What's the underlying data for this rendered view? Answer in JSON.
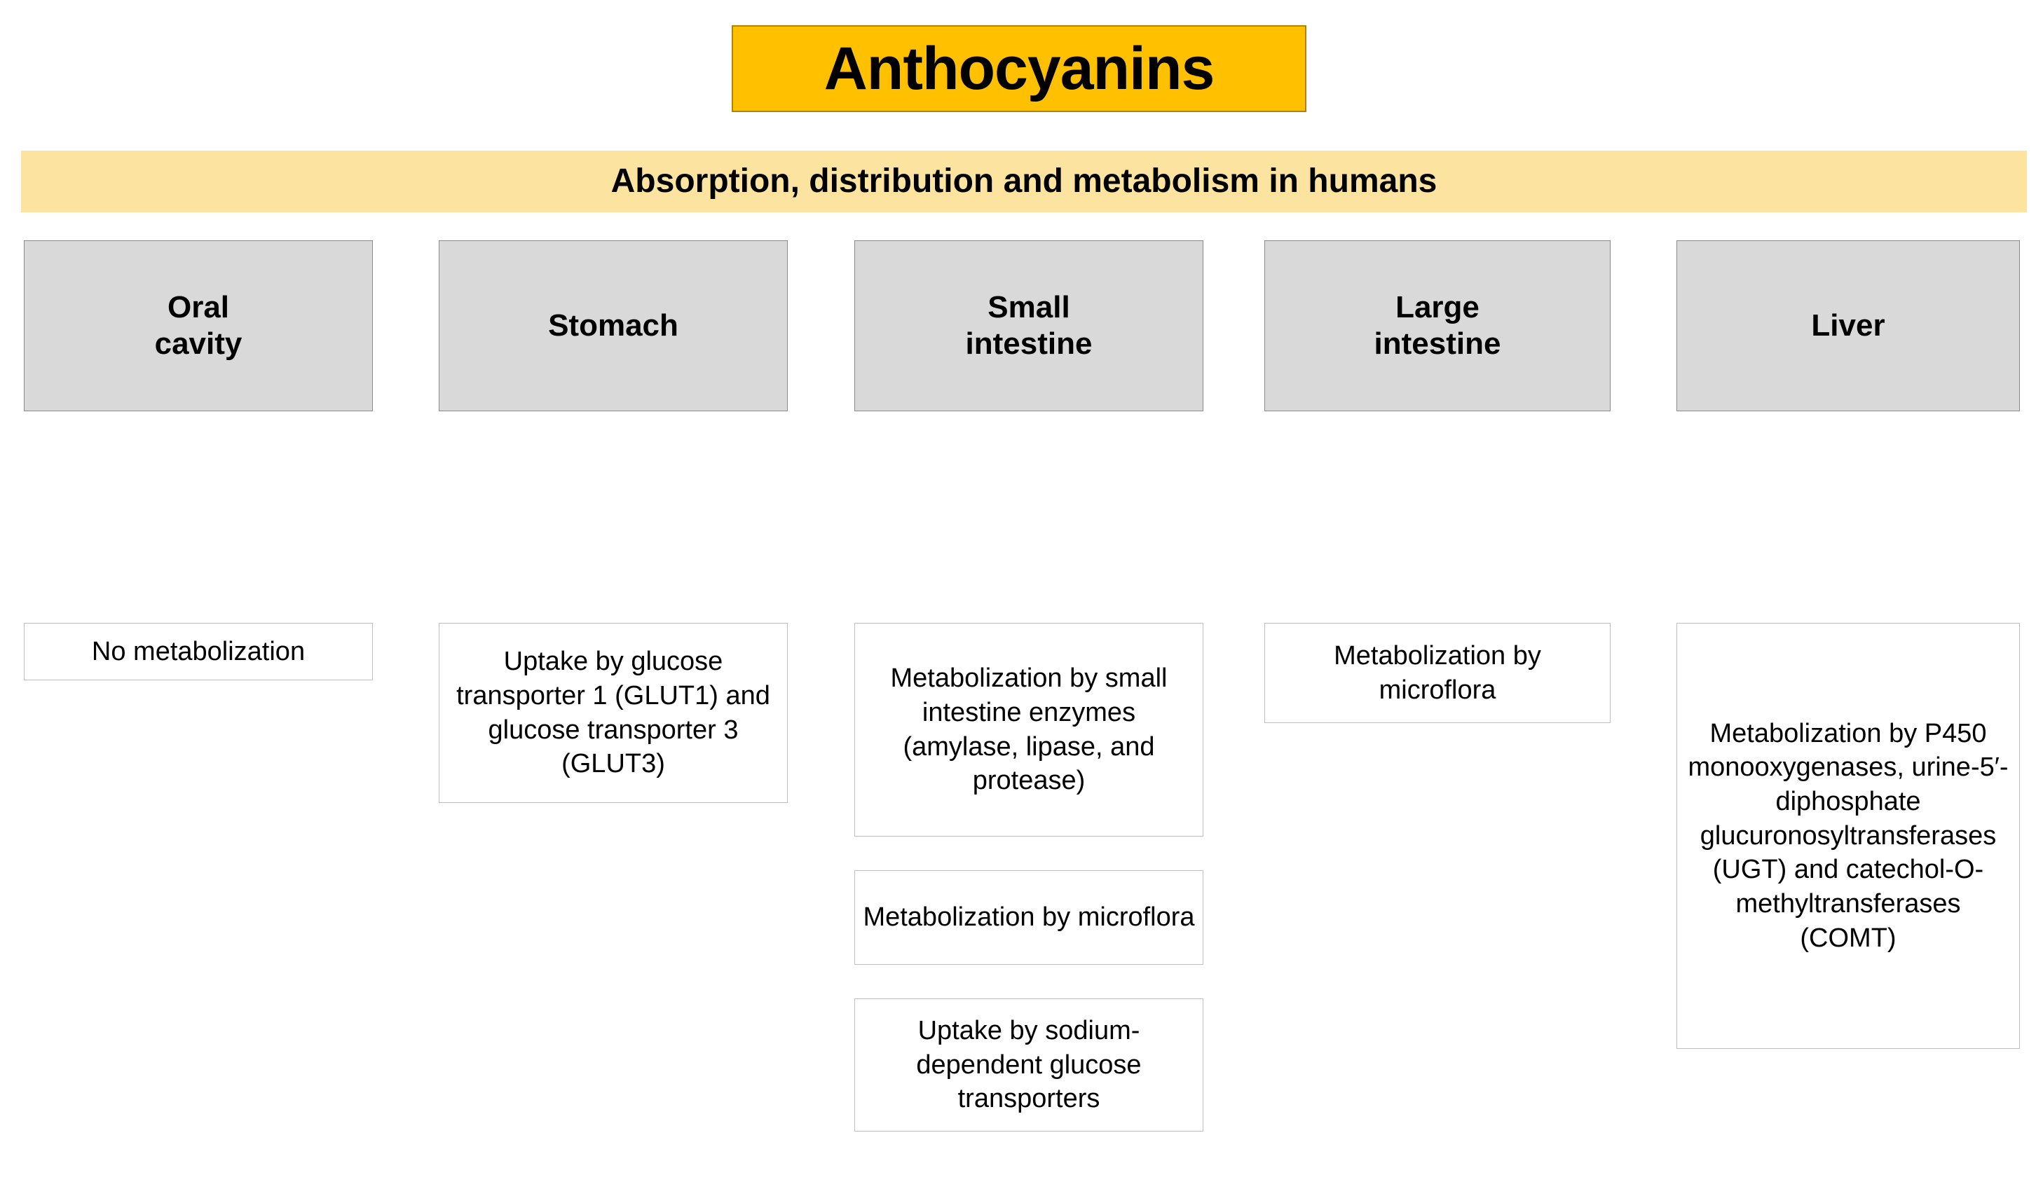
{
  "figure": {
    "title": "Anthocyanins",
    "subtitle": "Absorption, distribution and metabolism in humans",
    "colors": {
      "title_background": "#FFC000",
      "subtitle_background": "#FCE4A0",
      "header_background": "#D9D9D9",
      "body_background": "#FFFFFF",
      "text": "#000000"
    }
  },
  "columns": [
    {
      "header": "Oral\ncavity",
      "boxes": [
        "No metabolization"
      ]
    },
    {
      "header": "Stomach",
      "boxes": [
        "Uptake by glucose transporter 1 (GLUT1) and glucose transporter 3 (GLUT3)"
      ]
    },
    {
      "header": "Small\nintestine",
      "boxes": [
        "Metabolization by small intestine enzymes (amylase, lipase, and protease)",
        "Metabolization by microflora",
        "Uptake by sodium-dependent glucose transporters"
      ]
    },
    {
      "header": "Large\nintestine",
      "boxes": [
        "Metabolization by microflora"
      ]
    },
    {
      "header": "Liver",
      "boxes": [
        "Metabolization by P450 monooxygenases, urine-5′-diphosphate glucuronosyltransferases (UGT) and catechol-O-methyltransferases (COMT)"
      ]
    }
  ]
}
